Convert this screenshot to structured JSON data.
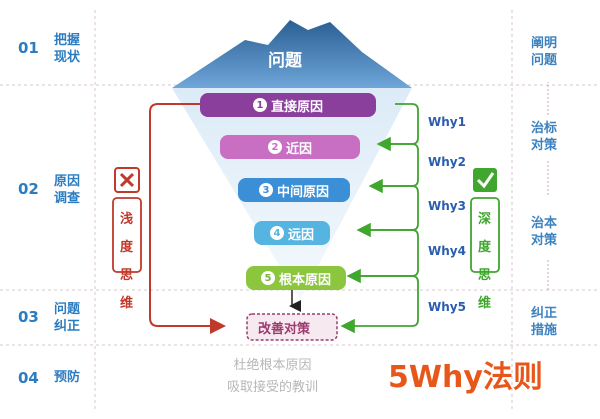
{
  "steps": [
    {
      "num": "01",
      "label": "把握\n现状"
    },
    {
      "num": "02",
      "label": "原因\n调查"
    },
    {
      "num": "03",
      "label": "问题\n纠正"
    },
    {
      "num": "04",
      "label": "预防"
    }
  ],
  "right_labels": [
    "阐明\n问题",
    "治标\n对策",
    "治本\n对策",
    "纠正\n措施"
  ],
  "iceberg_title": "问题",
  "levels": [
    {
      "num": "1",
      "text": "直接原因",
      "color": "#8a3f9c",
      "dot": "#8a3f9c"
    },
    {
      "num": "2",
      "text": "近因",
      "color": "#c86fc4",
      "dot": "#c86fc4"
    },
    {
      "num": "3",
      "text": "中间原因",
      "color": "#3a8fd6",
      "dot": "#3a8fd6"
    },
    {
      "num": "4",
      "text": "远因",
      "color": "#56b5e0",
      "dot": "#56b5e0"
    },
    {
      "num": "5",
      "text": "根本原因",
      "color": "#8cc63f",
      "dot": "#7db33a"
    }
  ],
  "whys": [
    "Why1",
    "Why2",
    "Why3",
    "Why4",
    "Why5"
  ],
  "countermeasure": "改善对策",
  "shallow_label": "浅度\n思维",
  "deep_label": "深度\n思维",
  "prevent_text": "杜绝根本原因\n吸取接受的教训",
  "brand": "5Why法则",
  "colors": {
    "red": "#c0392b",
    "green": "#3fa62e",
    "blue_text": "#2c7cc0",
    "grid": "#d9c9c9"
  }
}
